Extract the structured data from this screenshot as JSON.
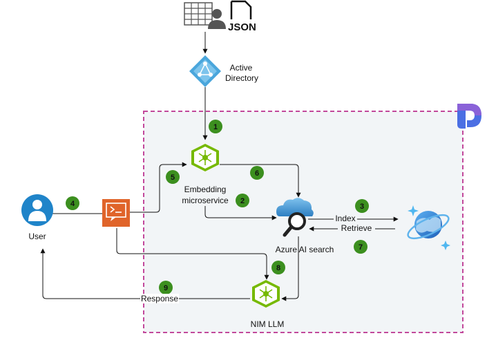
{
  "labels": {
    "json": "JSON",
    "ad_line1": "Active",
    "ad_line2": "Directory",
    "embedding_line1": "Embedding",
    "embedding_line2": "microservice",
    "user": "User",
    "azure_search": "Azure AI search",
    "nim_llm": "NIM LLM",
    "index": "Index",
    "retrieve": "Retrieve",
    "response": "Response"
  },
  "steps": [
    "1",
    "2",
    "3",
    "4",
    "5",
    "6",
    "7",
    "8",
    "9"
  ],
  "colors": {
    "boundary": "#c2489b",
    "boundary_fill": "#f2f5f7",
    "badge": "#3c8f1f",
    "nvidia": "#76b900",
    "user": "#1f84c9",
    "terminal": "#e0642a",
    "azure_ad": "#4aa6dc",
    "cloud": "#4d9fd6",
    "cosmos": "#2f7fd0",
    "purview": "#3b5fd9"
  },
  "icons": [
    "spreadsheet-icon",
    "person-icon",
    "json-file-icon",
    "active-directory-icon",
    "purview-icon",
    "nvidia-nim-icon",
    "user-icon",
    "terminal-icon",
    "azure-search-icon",
    "cosmos-db-icon"
  ]
}
